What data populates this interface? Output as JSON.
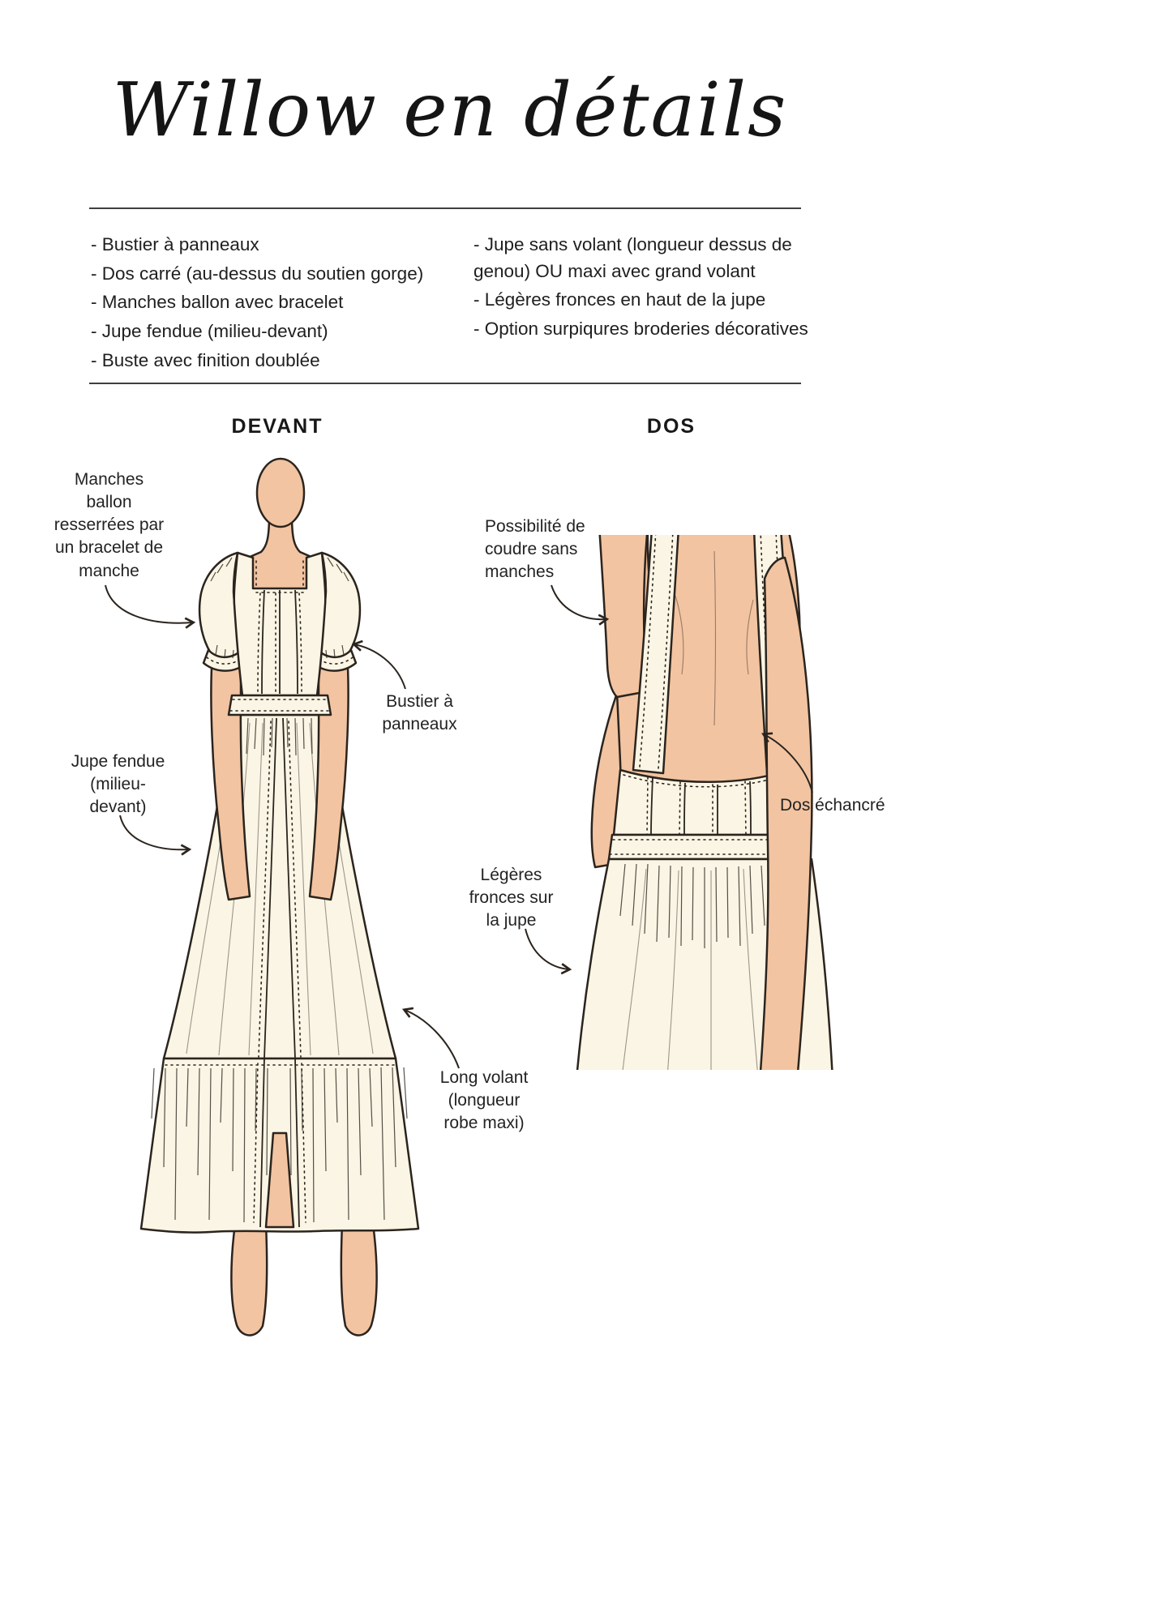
{
  "colors": {
    "skin": "#f2c4a1",
    "dress": "#faf5e4",
    "line": "#2b241e",
    "text": "#1f1f1f",
    "rule": "#3f3f3f"
  },
  "title": {
    "text": "Willow en détails"
  },
  "features": {
    "left": [
      "- Bustier à panneaux",
      "- Dos carré (au-dessus du soutien gorge)",
      "- Manches ballon avec bracelet",
      "- Jupe fendue (milieu-devant)",
      "- Buste avec finition doublée"
    ],
    "right": [
      "- Jupe sans volant (longueur dessus de genou) OU maxi avec grand volant",
      "- Légères fronces en haut de la jupe",
      "- Option surpiqures broderies décoratives"
    ]
  },
  "views": {
    "front": "DEVANT",
    "back": "DOS"
  },
  "annotations": {
    "manches_ballon": "Manches\nballon\nresserrées par\nun bracelet de\nmanche",
    "bustier": "Bustier à\npanneaux",
    "jupe_fendue": "Jupe fendue\n(milieu-\ndevant)",
    "long_volant": "Long volant\n(longueur\nrobe maxi)",
    "sans_manches": "Possibilité de\ncoudre sans\nmanches",
    "dos_echancre": "Dos échancré",
    "fronces": "Légères\nfronces sur\nla jupe"
  }
}
